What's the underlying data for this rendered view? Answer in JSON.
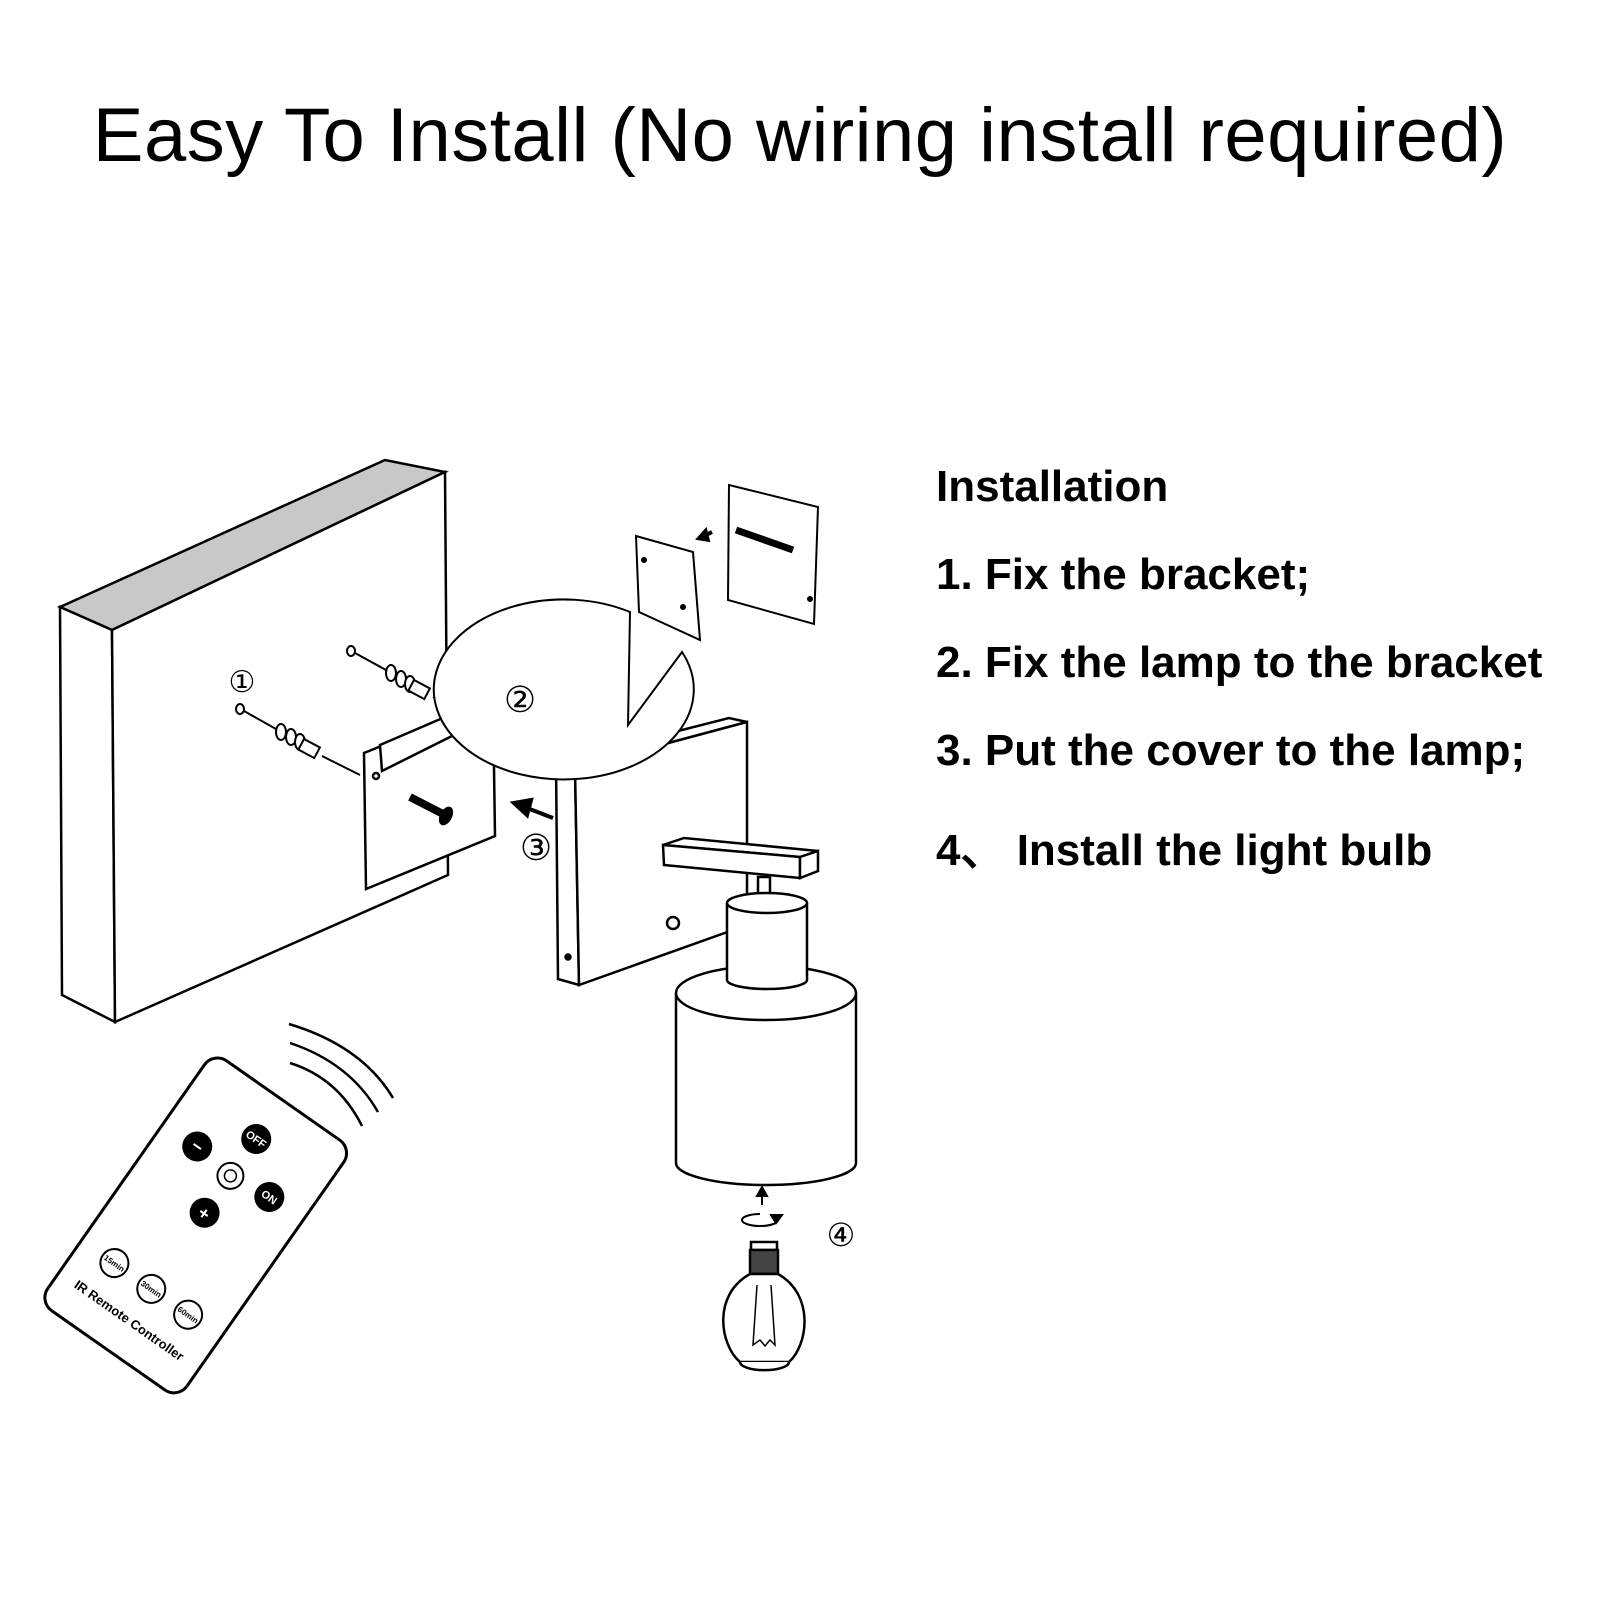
{
  "title": "Easy To Install (No wiring install required)",
  "instructions": {
    "heading": "Installation",
    "steps": [
      "1. Fix the bracket;",
      "2. Fix the lamp to the bracket",
      "3. Put the cover to the lamp;",
      "4、 Install the light bulb"
    ]
  },
  "diagram": {
    "callouts": [
      "①",
      "②",
      "③",
      "④"
    ],
    "remote": {
      "label": "IR Remote Controller",
      "buttons": [
        "OFF",
        "ON",
        "−",
        "+",
        "15min",
        "30min",
        "60min"
      ]
    },
    "icons": [
      "wall-icon",
      "bracket-icon",
      "screw-icon",
      "wall-anchor-icon",
      "lamp-backplate-icon",
      "lamp-arm-icon",
      "lamp-shade-icon",
      "light-bulb-icon",
      "remote-control-icon",
      "signal-waves-icon",
      "arrow-icon",
      "rotate-arrow-icon",
      "zoom-callout-bubble-icon"
    ]
  }
}
